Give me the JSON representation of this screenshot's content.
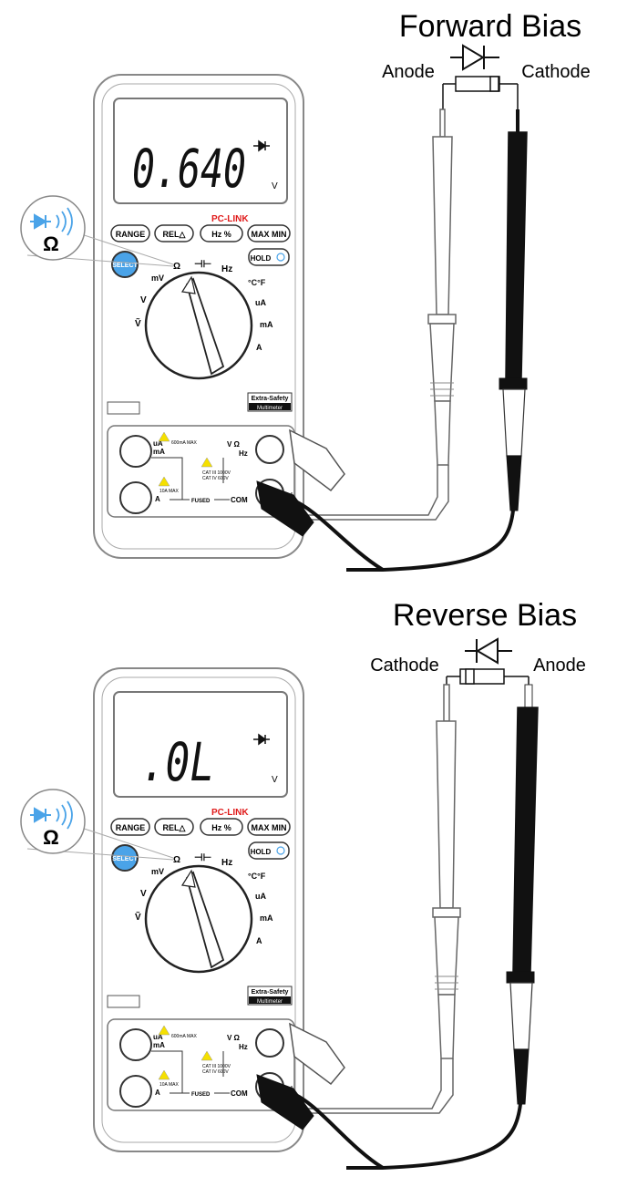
{
  "panels": [
    {
      "id": "forward",
      "title": "Forward Bias",
      "left_label": "Anode",
      "right_label": "Cathode",
      "lcd_reading": "0.640",
      "lcd_unit": "V"
    },
    {
      "id": "reverse",
      "title": "Reverse Bias",
      "left_label": "Cathode",
      "right_label": "Anode",
      "lcd_reading": ".0L",
      "lcd_unit": "V"
    }
  ],
  "meter": {
    "pc_link": "PC-LINK",
    "buttons": {
      "range": "RANGE",
      "rel": "REL△",
      "hz_pct": "Hz  %",
      "maxmin": "MAX MIN",
      "hold": "HOLD",
      "select": "SELECT"
    },
    "dial": {
      "ohm": "Ω",
      "cap": "⊣⊢",
      "hz": "Hz",
      "temp": "°C°F",
      "ua": "uA",
      "ma": "mA",
      "a": "A",
      "mv": "mV",
      "vdc": "V",
      "vac": "Ṽ"
    },
    "badge": {
      "line1": "Extra-Safety",
      "line2": "Multimeter"
    },
    "jacks": {
      "ua_ma": "uA\nmA",
      "ua_ma_max": "600mA MAX",
      "a": "A",
      "a_max": "10A MAX",
      "fused": "FUSED",
      "com": "COM",
      "v_ohm": "V Ω",
      "hz": "Hz",
      "cat1": "CAT III 1000V",
      "cat2": "CAT IV 600V"
    },
    "callout_symbol": "Ω"
  },
  "colors": {
    "accent_blue": "#4aa3e8",
    "pc_link_red": "#e01b1b",
    "warning_yellow": "#f5e000",
    "probe_black": "#111111"
  }
}
